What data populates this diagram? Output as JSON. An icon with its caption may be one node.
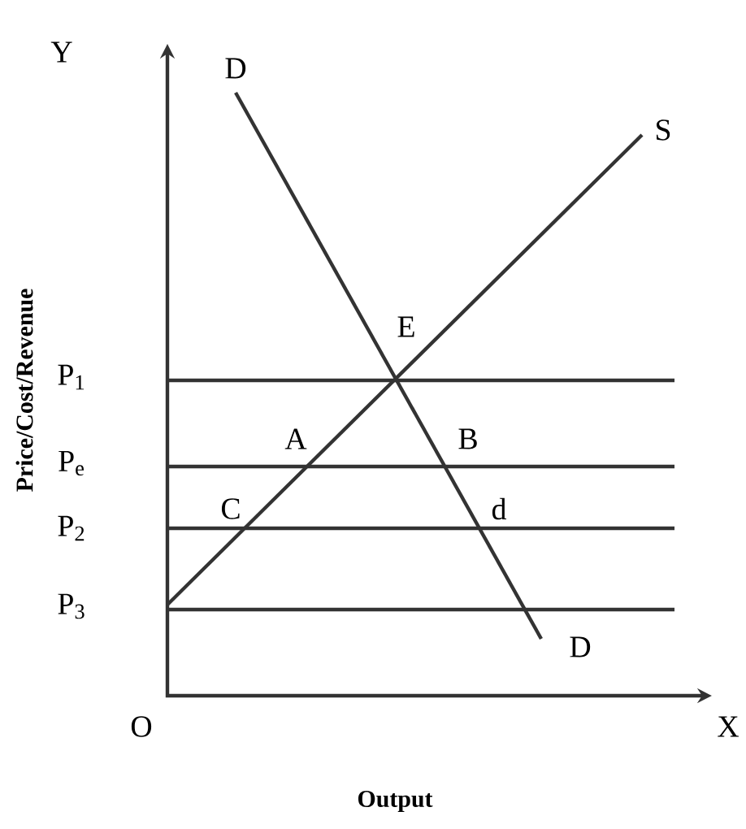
{
  "diagram": {
    "labels": [
      "Y",
      "D",
      "S",
      "E",
      "P$_{1}$",
      "A",
      "B",
      "P$_{e}$",
      "C",
      "d",
      "P$_{2}$",
      "P$_{3}$",
      "D",
      "O",
      "X",
      "Price/Cost/Revenue",
      "Output"
    ]
  }
}
